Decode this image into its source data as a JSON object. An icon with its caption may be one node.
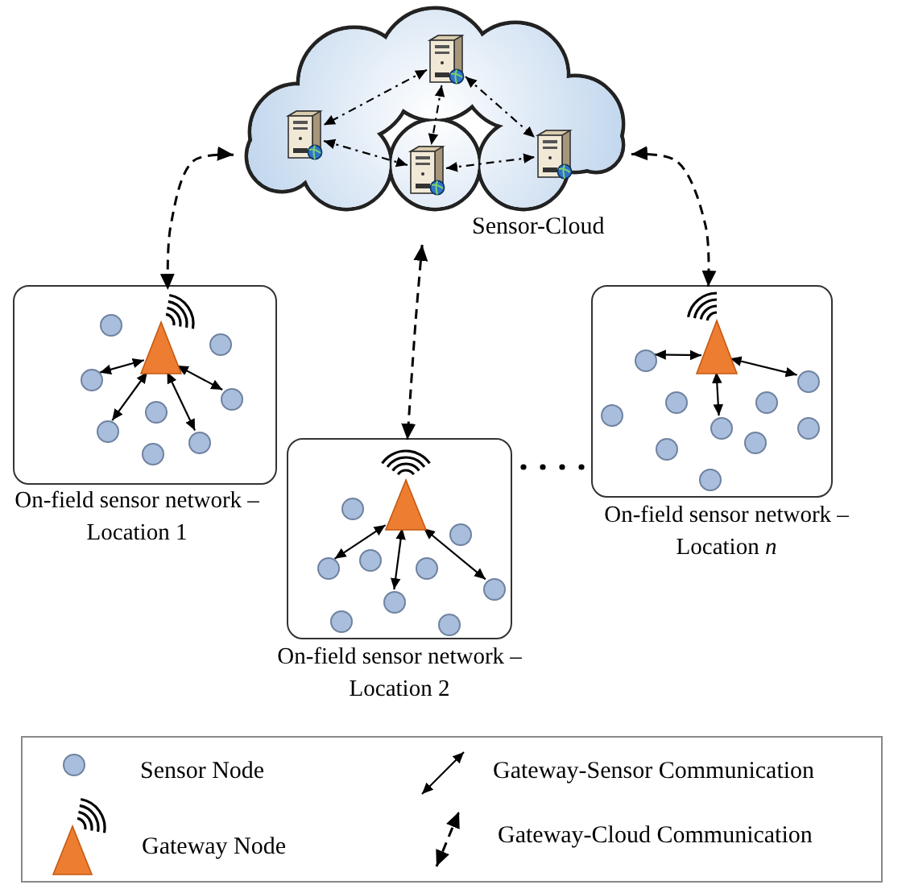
{
  "diagram": {
    "nodes": [
      {
        "text": [
          "Sensor-Cloud"
        ]
      },
      {
        "text": [],
        "shape": "server",
        "in": 0
      },
      {
        "text": [],
        "shape": "server",
        "in": 0
      },
      {
        "text": [],
        "shape": "server",
        "in": 0
      },
      {
        "text": [],
        "shape": "server",
        "in": 0
      },
      {
        "text": [],
        "shape": "box",
        "beside": [
          "On-field sensor network – Location 1"
        ]
      },
      {
        "text": [],
        "shape": "triangle",
        "in": 5
      },
      {
        "text": [],
        "shape": "circle",
        "in": 5
      },
      {
        "text": [],
        "shape": "circle",
        "in": 5
      },
      {
        "text": [],
        "shape": "circle",
        "in": 5
      },
      {
        "text": [],
        "shape": "circle",
        "in": 5
      },
      {
        "text": [],
        "shape": "circle",
        "in": 5
      },
      {
        "text": [],
        "shape": "circle",
        "in": 5
      },
      {
        "text": [],
        "shape": "circle",
        "in": 5
      },
      {
        "text": [],
        "shape": "circle",
        "in": 5
      },
      {
        "text": [],
        "shape": "box",
        "beside": [
          "On-field sensor network – Location 2"
        ]
      },
      {
        "text": [],
        "shape": "triangle",
        "in": 15
      },
      {
        "text": [],
        "shape": "circle",
        "in": 15
      },
      {
        "text": [],
        "shape": "circle",
        "in": 15
      },
      {
        "text": [],
        "shape": "circle",
        "in": 15
      },
      {
        "text": [],
        "shape": "circle",
        "in": 15
      },
      {
        "text": [],
        "shape": "circle",
        "in": 15
      },
      {
        "text": [],
        "shape": "circle",
        "in": 15
      },
      {
        "text": [],
        "shape": "circle",
        "in": 15
      },
      {
        "text": [],
        "shape": "circle",
        "in": 15
      },
      {
        "text": [],
        "shape": "circle",
        "in": 15
      },
      {
        "text": [],
        "shape": "box",
        "beside": [
          "On-field sensor network – Location *n*"
        ]
      },
      {
        "text": [],
        "shape": "triangle",
        "in": 26
      },
      {
        "text": [],
        "shape": "circle",
        "in": 26
      },
      {
        "text": [],
        "shape": "circle",
        "in": 26
      },
      {
        "text": [],
        "shape": "circle",
        "in": 26
      },
      {
        "text": [],
        "shape": "circle",
        "in": 26
      },
      {
        "text": [],
        "shape": "circle",
        "in": 26
      },
      {
        "text": [],
        "shape": "circle",
        "in": 26
      },
      {
        "text": [],
        "shape": "circle",
        "in": 26
      },
      {
        "text": [],
        "shape": "circle",
        "in": 26
      },
      {
        "text": [],
        "shape": "circle",
        "in": 26
      },
      {
        "text": [],
        "shape": "circle",
        "in": 26
      }
    ],
    "edges": [
      {
        "from": 1,
        "to": 2,
        "arrow": "both",
        "style": "dashed"
      },
      {
        "from": 1,
        "to": 3,
        "arrow": "both",
        "style": "dashed"
      },
      {
        "from": 1,
        "to": 4,
        "arrow": "both",
        "style": "dashed"
      },
      {
        "from": 2,
        "to": 3,
        "arrow": "both",
        "style": "dashed"
      },
      {
        "from": 3,
        "to": 4,
        "arrow": "both",
        "style": "dashed"
      },
      {
        "from": 6,
        "to": 9,
        "arrow": "both"
      },
      {
        "from": 6,
        "to": 10,
        "arrow": "both"
      },
      {
        "from": 6,
        "to": 12,
        "arrow": "both"
      },
      {
        "from": 6,
        "to": 13,
        "arrow": "both"
      },
      {
        "from": 16,
        "to": 20,
        "arrow": "both"
      },
      {
        "from": 16,
        "to": 22,
        "arrow": "both"
      },
      {
        "from": 16,
        "to": 23,
        "arrow": "both"
      },
      {
        "from": 27,
        "to": 28,
        "arrow": "both"
      },
      {
        "from": 27,
        "to": 29,
        "arrow": "both"
      },
      {
        "from": 27,
        "to": 33,
        "arrow": "both"
      },
      {
        "from": 0,
        "to": 6,
        "arrow": "both",
        "style": "dashed"
      },
      {
        "from": 0,
        "to": 16,
        "arrow": "both",
        "style": "dashed"
      },
      {
        "from": 0,
        "to": 27,
        "arrow": "both",
        "style": "dashed"
      }
    ],
    "legend": [
      {
        "text": "Sensor Node"
      },
      {
        "text": "Gateway-Sensor Communication"
      },
      {
        "text": "Gateway Node"
      },
      {
        "text": "Gateway-Cloud Communication"
      }
    ]
  }
}
